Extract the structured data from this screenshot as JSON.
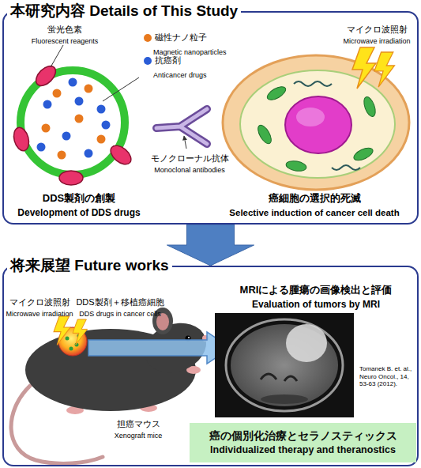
{
  "diagram": {
    "nodes": [
      {
        "text": [
          "本研究内容 Details of This Study"
        ]
      },
      {
        "text": [
          "将来展望 Future works"
        ]
      },
      {
        "text": [
          "癌の個別化治療とセラノスティックス",
          "Individualized therapy and theranostics"
        ],
        "in": 1
      }
    ],
    "edges": [
      {
        "from": 0,
        "to": 1,
        "arrow": "to"
      }
    ],
    "labels": [
      "蛍光色素",
      "Fluorescent reagents",
      "Magnetic nanoparticles",
      "Anticancer drugs",
      "マイクロ波照射",
      "Microwave irradiation",
      "モノクローナル抗体",
      "Monoclonal antibodies",
      "DDS製剤の創製",
      "Development of DDS drugs",
      "癌細胞の選択的死滅",
      "Selective induction of cancer cell death",
      "マイクロ波照射",
      "Microwave irradiation",
      "DDS製剤＋移植癌細胞",
      "DDS drugs in cancer cells",
      "MRIによる腫瘍の画像検出と評価",
      "Evaluation of tumors by MRI",
      "Tomanek B. et. al., Neuro Oncol., 14, 53-63 (2012).",
      "担癌マウス",
      "Xenograft mice"
    ],
    "legend": [
      {
        "text": "磁性ナノ粒子",
        "color": "#e8791e"
      },
      {
        "text": "抗癌剤",
        "color": "#2a5cd6"
      }
    ]
  }
}
